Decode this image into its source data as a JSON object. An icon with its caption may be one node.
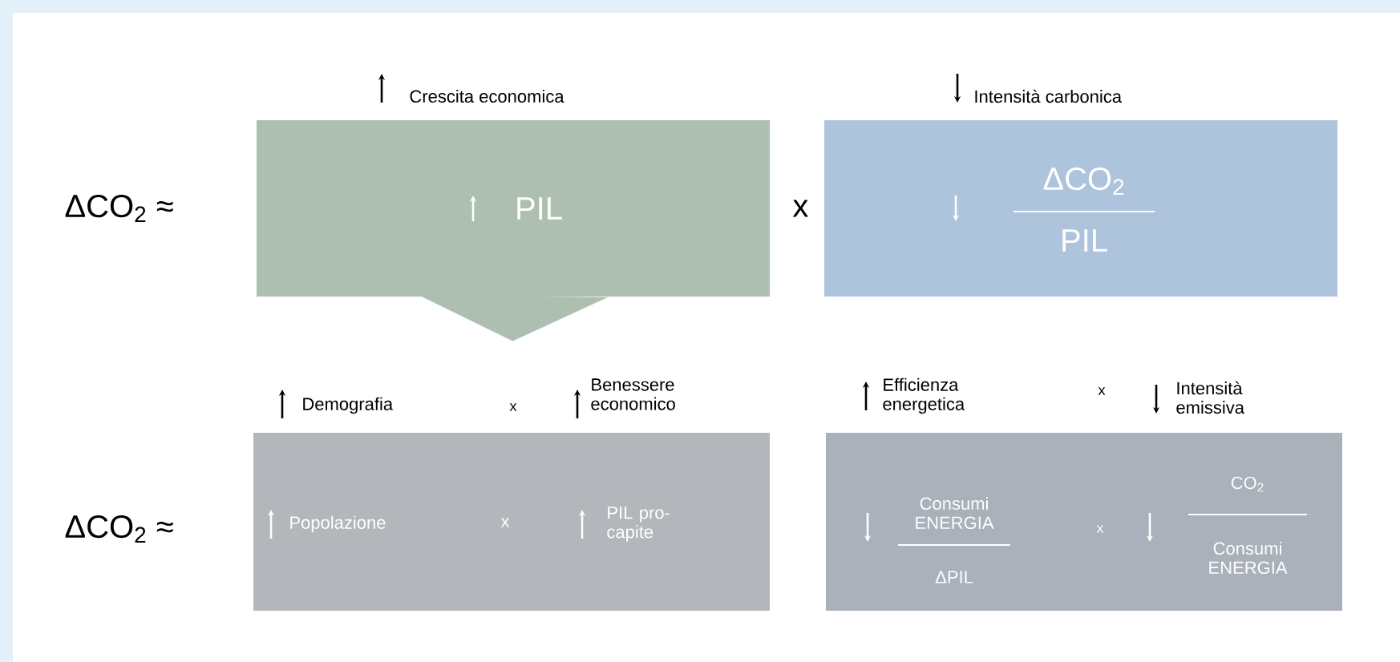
{
  "diagram": {
    "nodes": [
      {
        "text": [
          "Crescita economica",
          "PIL"
        ]
      },
      {
        "text": [
          "Intensità carbonica",
          "ΔCO$_{2}$",
          "PIL"
        ]
      },
      {
        "text": [
          "Demografia",
          "x",
          "Benessere economico",
          "Popolazione",
          "x",
          "PIL pro-capite"
        ]
      },
      {
        "text": [
          "Efficienza energetica",
          "x",
          "Intensità emissiva",
          "Consumi ENERGIA",
          "ΔPIL",
          "x",
          "CO$_{2}$",
          "Consumi ENERGIA"
        ]
      }
    ],
    "edges": [
      {
        "from": 0,
        "to": 2,
        "arrow": "to"
      }
    ],
    "labels": [
      "ΔCO$_{2}$ ≈",
      "x",
      "ΔCO$_{2}$ ≈"
    ]
  }
}
